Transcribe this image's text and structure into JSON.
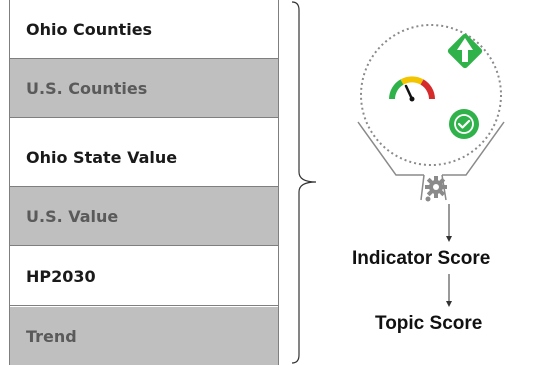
{
  "table": {
    "rows": [
      {
        "label": "Ohio Counties",
        "shade": "white"
      },
      {
        "label": "U.S. Counties",
        "shade": "gray"
      },
      {
        "label": "Ohio State Value",
        "shade": "white"
      },
      {
        "label": "U.S. Value",
        "shade": "gray"
      },
      {
        "label": "HP2030",
        "shade": "white"
      },
      {
        "label": "Trend",
        "shade": "gray"
      }
    ]
  },
  "diagram": {
    "icons": [
      "gauge-icon",
      "green-diamond-arrow-icon",
      "green-check-icon",
      "gear-icon"
    ],
    "step1": "Indicator Score",
    "step2": "Topic Score"
  },
  "colors": {
    "gray_row": "#bfbfbf",
    "green": "#2fb24a",
    "gauge_red": "#d62b2b",
    "gauge_yellow": "#f2c500"
  }
}
